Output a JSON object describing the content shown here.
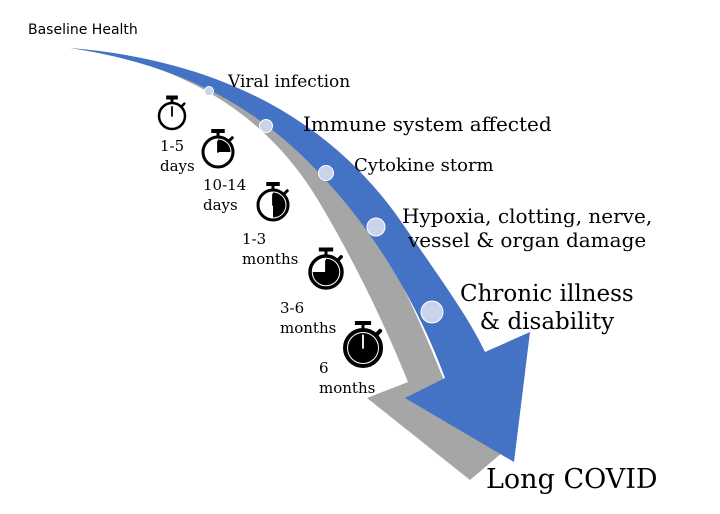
{
  "start_label": "Baseline Health",
  "end_label": "Long COVID",
  "stages": [
    {
      "label": "Viral infection"
    },
    {
      "label": "Immune system affected"
    },
    {
      "label": "Cytokine storm"
    },
    {
      "label_lines": [
        "Hypoxia, clotting, nerve,",
        "vessel & organ damage"
      ]
    },
    {
      "label_lines": [
        "Chronic illness",
        "& disability"
      ]
    }
  ],
  "timeline": [
    {
      "lines": [
        "1-5",
        "days"
      ],
      "fill_fraction": 0.0
    },
    {
      "lines": [
        "10-14",
        "days"
      ],
      "fill_fraction": 0.25
    },
    {
      "lines": [
        "1-3",
        "months"
      ],
      "fill_fraction": 0.5
    },
    {
      "lines": [
        "3-6",
        "months"
      ],
      "fill_fraction": 0.75
    },
    {
      "lines": [
        "6",
        "months"
      ],
      "fill_fraction": 1.0
    }
  ],
  "colors": {
    "arrow_blue": "#4472C4",
    "arrow_shadow": "#A6A6A6",
    "dot_fill": "#C9D3EC",
    "text": "#000000"
  }
}
